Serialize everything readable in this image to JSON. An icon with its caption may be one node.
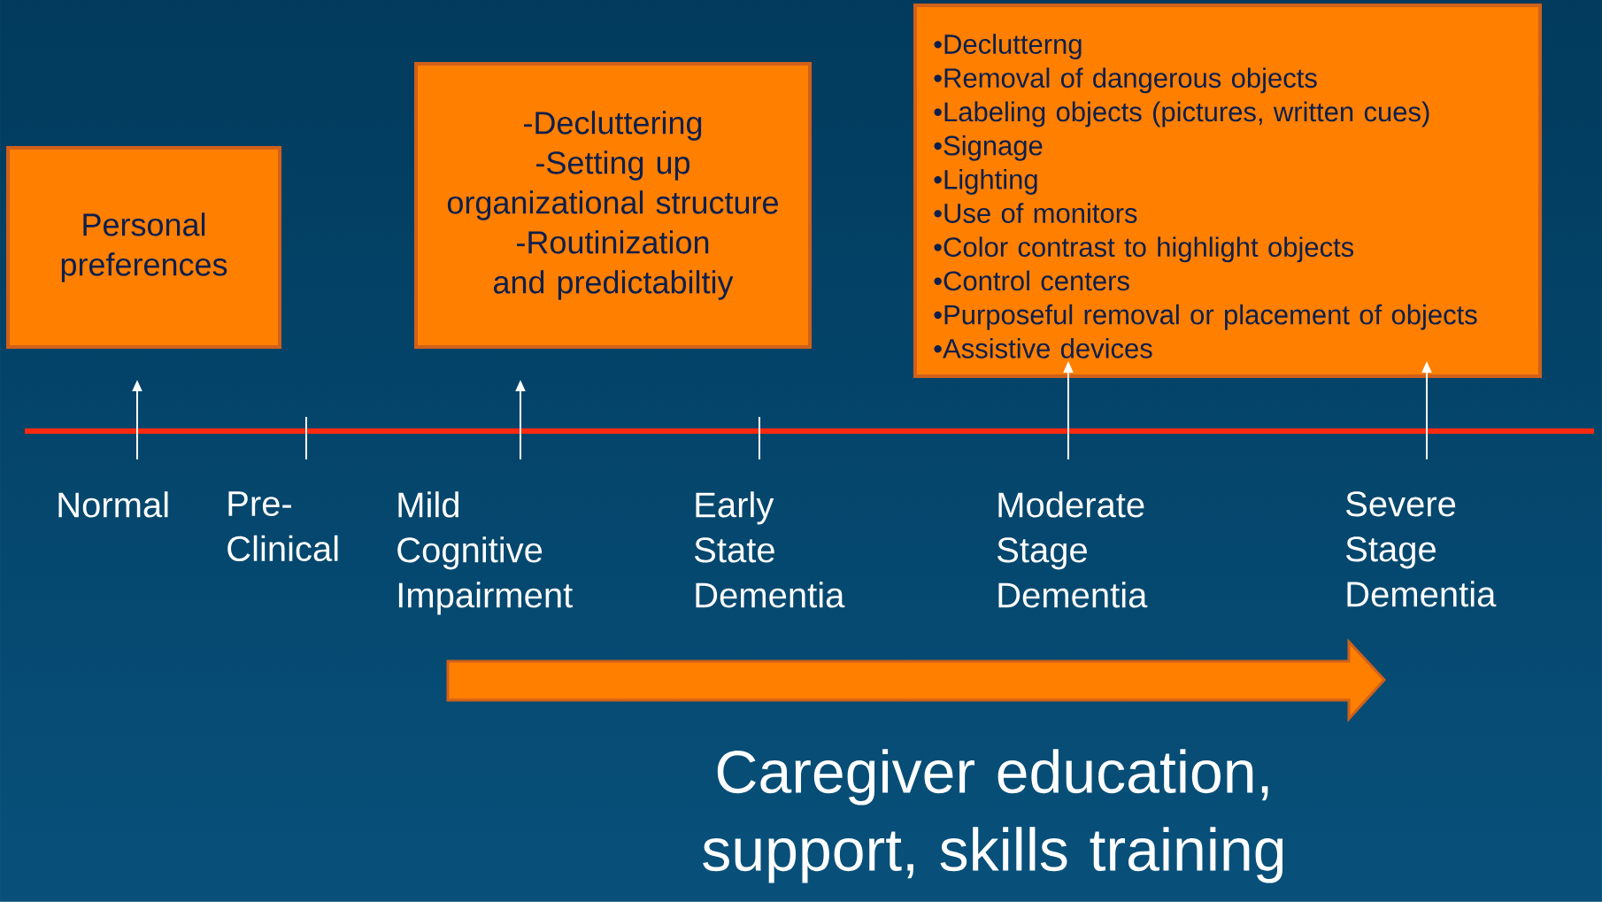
{
  "diagram": {
    "nodes": [
      {
        "text": [
          "Personal preferences"
        ]
      },
      {
        "text": [
          "-Decluttering",
          "-Setting up organizational structure",
          "-Routinization and predictabiltiy"
        ]
      },
      {
        "text": [
          "•Declutterng",
          "•Removal of dangerous objects",
          "•Labeling objects (pictures, written cues)",
          "•Signage",
          "•Lighting",
          "•Use of monitors",
          "•Color contrast to highlight objects",
          "•Control centers",
          "•Purposeful removal or placement of objects",
          "•Assistive devices"
        ]
      },
      {
        "text": [
          "Normal"
        ]
      },
      {
        "text": [
          "Pre-Clinical"
        ]
      },
      {
        "text": [
          "Mild Cognitive Impairment"
        ]
      },
      {
        "text": [
          "Early State Dementia"
        ]
      },
      {
        "text": [
          "Moderate Stage Dementia"
        ]
      },
      {
        "text": [
          "Severe Stage Dementia"
        ]
      },
      {
        "text": [],
        "shape": "arrow",
        "beside": [
          "Caregiver education, support, skills training"
        ]
      }
    ],
    "edges": [
      {
        "from": 3,
        "to": 0,
        "arrow": "to"
      },
      {
        "from": 5,
        "to": 1,
        "arrow": "to"
      },
      {
        "from": 7,
        "to": 2,
        "arrow": "to"
      },
      {
        "from": 8,
        "to": 2,
        "arrow": "to"
      }
    ]
  }
}
